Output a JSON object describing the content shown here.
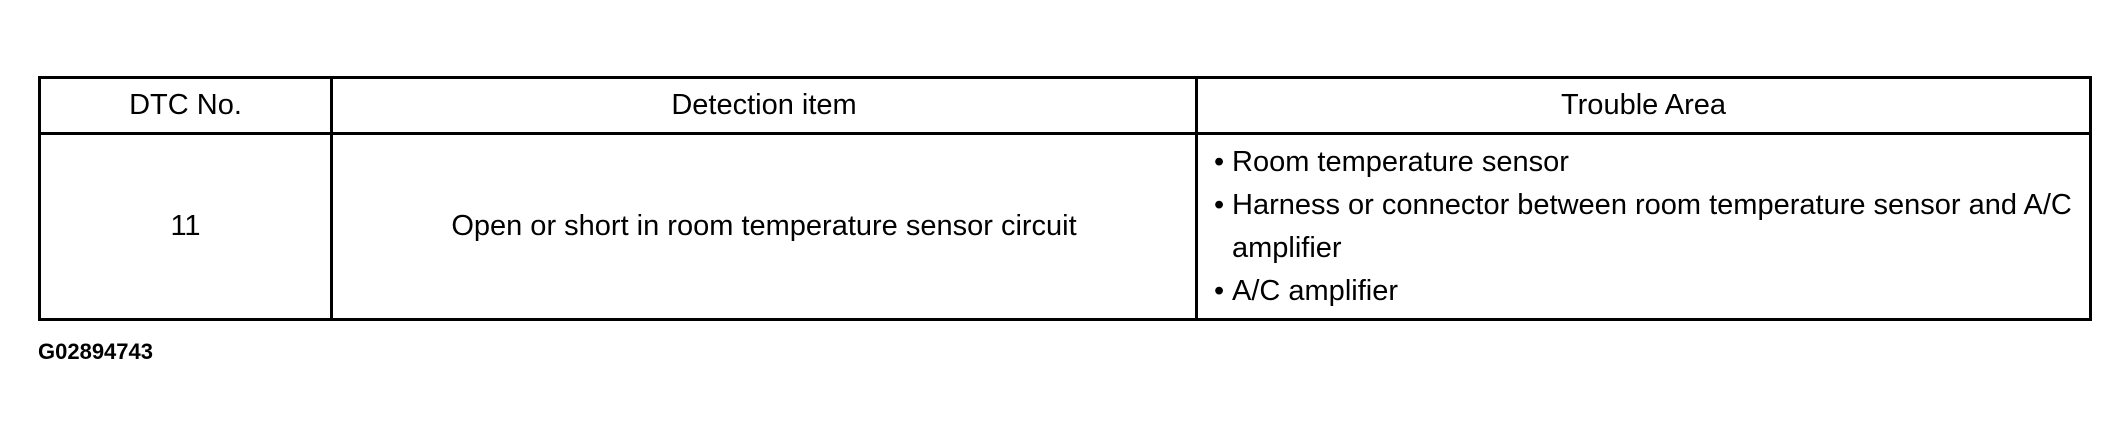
{
  "table": {
    "headers": [
      "DTC No.",
      "Detection item",
      "Trouble Area"
    ],
    "rows": [
      {
        "dtc_no": "11",
        "detection_item": "Open or short in room temperature sensor circuit",
        "trouble_areas": [
          "Room temperature sensor",
          "Harness or connector between room temperature sensor and A/C amplifier",
          "A/C amplifier"
        ]
      }
    ]
  },
  "bullet_glyph": "•",
  "figure_code": "G02894743"
}
